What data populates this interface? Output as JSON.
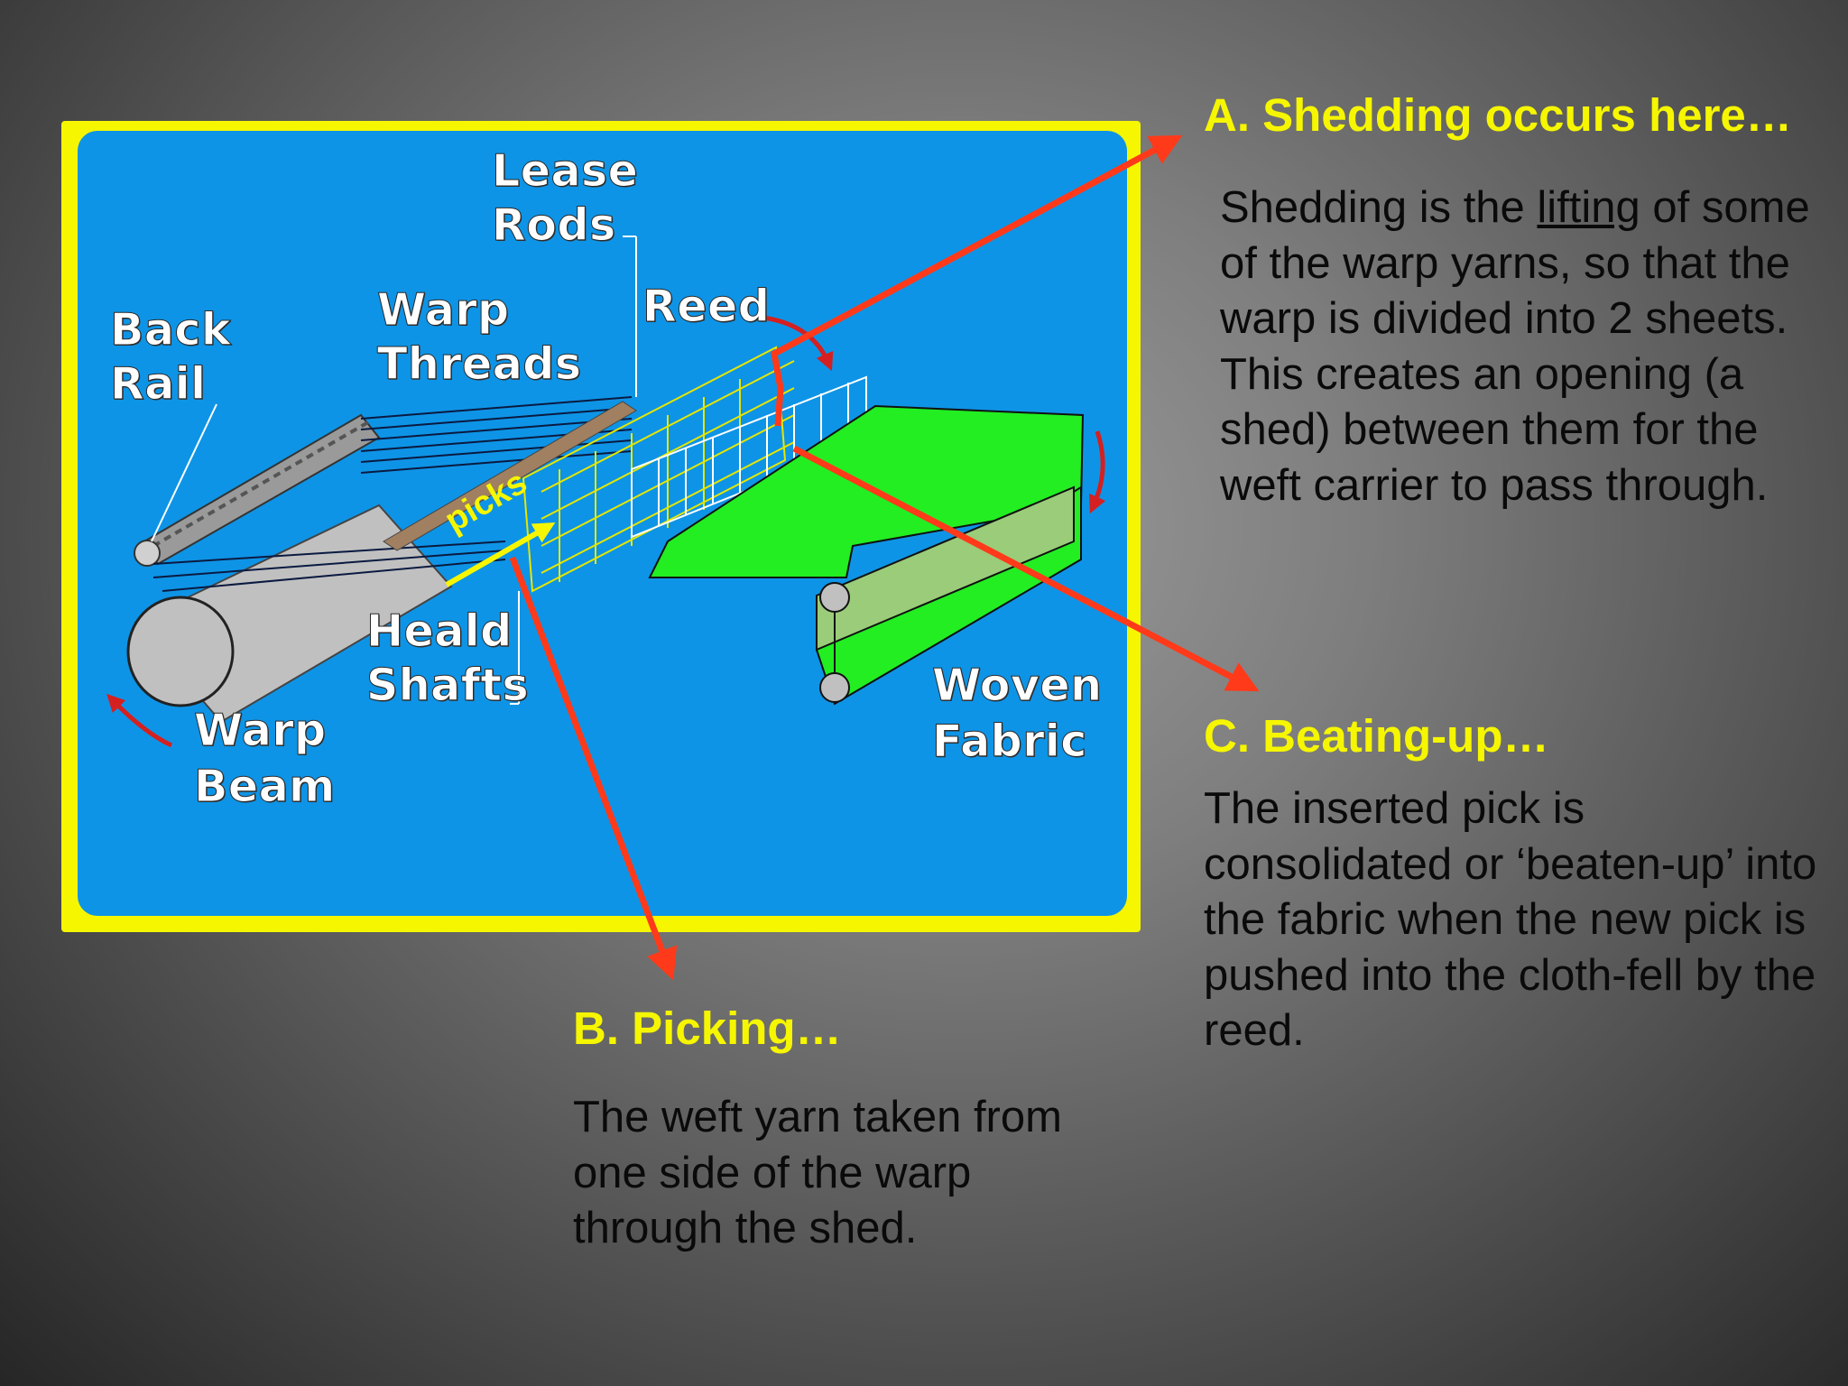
{
  "diagram": {
    "labels": {
      "lease_rods_1": "Lease",
      "lease_rods_2": "Rods",
      "back_rail_1": "Back",
      "back_rail_2": "Rail",
      "warp_threads_1": "Warp",
      "warp_threads_2": "Threads",
      "reed": "Reed",
      "heald_shafts_1": "Heald",
      "heald_shafts_2": "Shafts",
      "warp_beam_1": "Warp",
      "warp_beam_2": "Beam",
      "woven_fabric_1": "Woven",
      "woven_fabric_2": "Fabric",
      "picks": "picks"
    },
    "colors": {
      "frame": "#f6f600",
      "panel": "#0e94e6",
      "fabric": "#22ee22",
      "beam": "#c0c0c0",
      "callout_arrow": "#ff3a1a",
      "rotation_arrow": "#d42020",
      "picks_arrow": "#f6f600"
    }
  },
  "sections": {
    "a": {
      "heading": "A. Shedding occurs here…",
      "body_before": "Shedding is the ",
      "body_underlined": "lifting",
      "body_after": " of some of the warp yarns, so that the warp is divided into 2 sheets. This creates an opening (a shed) between them for the weft carrier to pass through."
    },
    "b": {
      "heading": "B. Picking…",
      "body": "The weft yarn taken from one side of the warp through the shed."
    },
    "c": {
      "heading": "C. Beating-up…",
      "body": "The inserted pick is consolidated or ‘beaten-up’ into the fabric when the new pick is pushed into the cloth-fell by the reed."
    }
  }
}
